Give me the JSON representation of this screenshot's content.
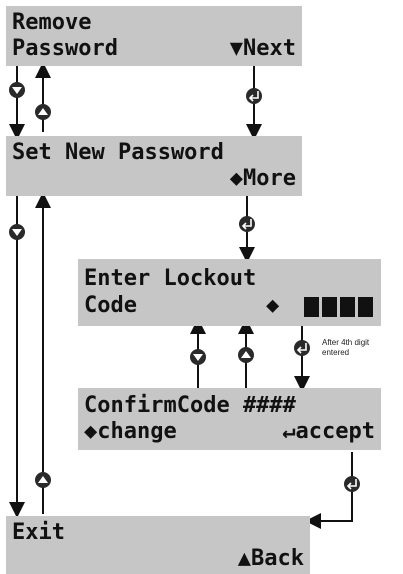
{
  "screens": {
    "remove_password": {
      "line1": "Remove",
      "line2_left": "Password",
      "line2_right": "▼Next"
    },
    "set_new_password": {
      "line1": "Set New Password",
      "line2_right": "◆More"
    },
    "enter_lockout": {
      "line1": "Enter Lockout",
      "line2_left": "Code",
      "line2_mid": "◆",
      "entry_blocks": 4
    },
    "confirm_code": {
      "line1": "ConfirmCode ####",
      "line2_left": "◆change",
      "line2_right": "↵accept"
    },
    "exit": {
      "line1": "Exit",
      "line2_right": "▲Back"
    }
  },
  "note": {
    "line1": "After 4th digit",
    "line2": "entered"
  },
  "colors": {
    "lcd": "#c6c6c6",
    "key": "#2a2a2a",
    "line": "#111111"
  },
  "keys": [
    "down-key-icon",
    "up-key-icon",
    "enter-key-icon"
  ]
}
